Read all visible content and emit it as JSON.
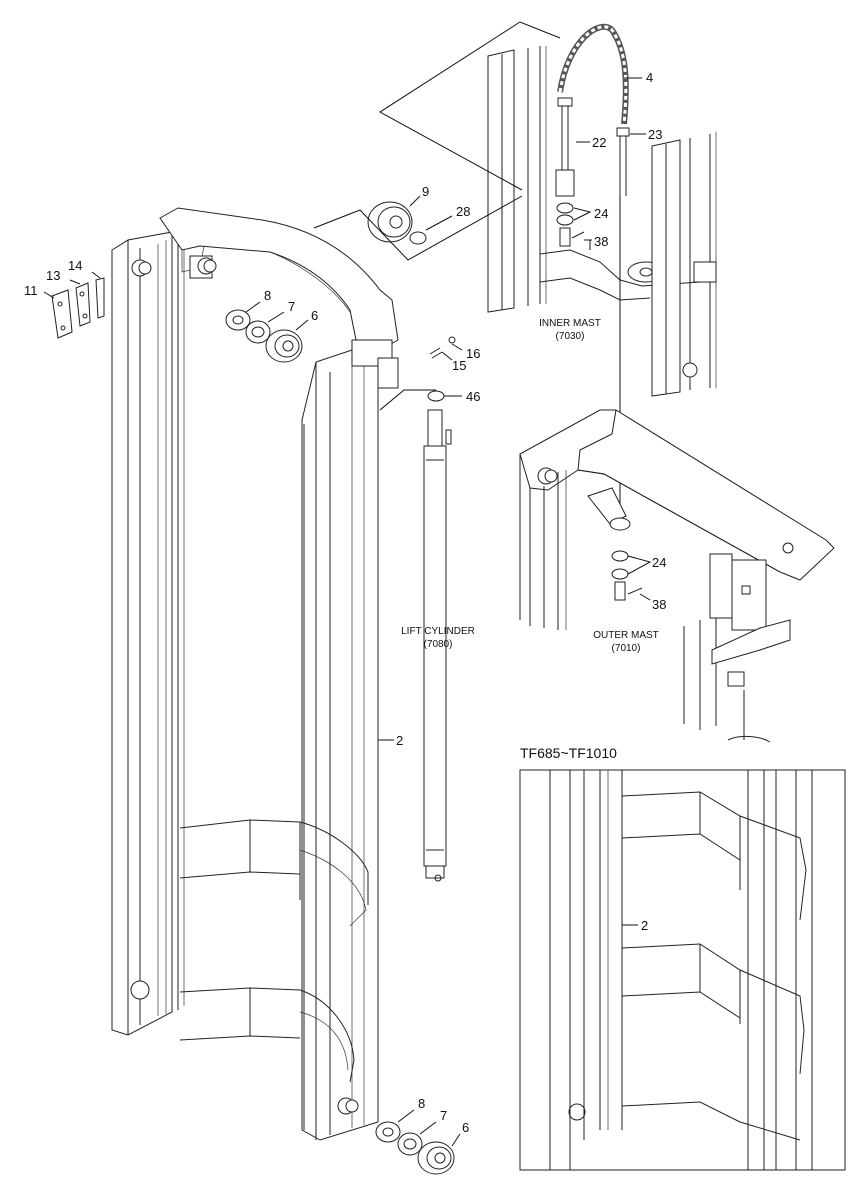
{
  "part_callouts": [
    {
      "id": "p4a",
      "label": "4"
    },
    {
      "id": "p22",
      "label": "22"
    },
    {
      "id": "p23",
      "label": "23"
    },
    {
      "id": "p24a",
      "label": "24"
    },
    {
      "id": "p38a",
      "label": "38"
    },
    {
      "id": "p9",
      "label": "9"
    },
    {
      "id": "p28",
      "label": "28"
    },
    {
      "id": "p8a",
      "label": "8"
    },
    {
      "id": "p7a",
      "label": "7"
    },
    {
      "id": "p6a",
      "label": "6"
    },
    {
      "id": "p14",
      "label": "14"
    },
    {
      "id": "p13",
      "label": "13"
    },
    {
      "id": "p11",
      "label": "11"
    },
    {
      "id": "p15",
      "label": "15"
    },
    {
      "id": "p16",
      "label": "16"
    },
    {
      "id": "p46",
      "label": "46"
    },
    {
      "id": "p24b",
      "label": "24"
    },
    {
      "id": "p38b",
      "label": "38"
    },
    {
      "id": "p2a",
      "label": "2"
    },
    {
      "id": "p2b",
      "label": "2"
    },
    {
      "id": "p8b",
      "label": "8"
    },
    {
      "id": "p7b",
      "label": "7"
    },
    {
      "id": "p6b",
      "label": "6"
    }
  ],
  "assembly_labels": {
    "inner_mast": {
      "name": "INNER MAST",
      "code": "(7030)"
    },
    "outer_mast": {
      "name": "OUTER MAST",
      "code": "(7010)"
    },
    "lift_cylinder": {
      "name": "LIFT CYLINDER",
      "code": "(7080)"
    }
  },
  "inset": {
    "title": "TF685~TF1010"
  }
}
